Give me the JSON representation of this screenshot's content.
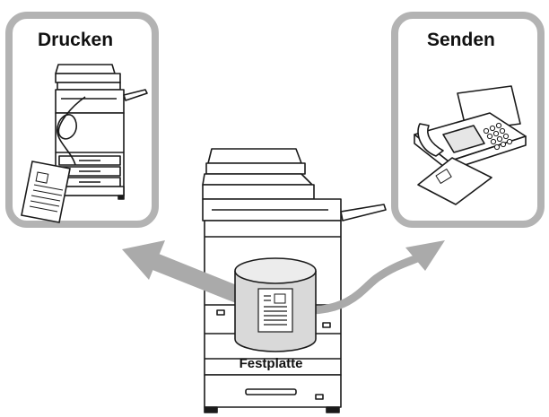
{
  "panels": {
    "print": {
      "title": "Drucken"
    },
    "send": {
      "title": "Senden"
    }
  },
  "storage": {
    "label": "Festplatte"
  },
  "icons": {
    "print_device": "printer-icon",
    "send_device": "fax-icon",
    "main_device": "multifunction-printer-icon",
    "storage": "hard-disk-icon",
    "document": "document-icon"
  },
  "colors": {
    "panel_border": "#b3b3b3",
    "arrow": "#aaaaaa",
    "outline": "#1a1a1a"
  }
}
